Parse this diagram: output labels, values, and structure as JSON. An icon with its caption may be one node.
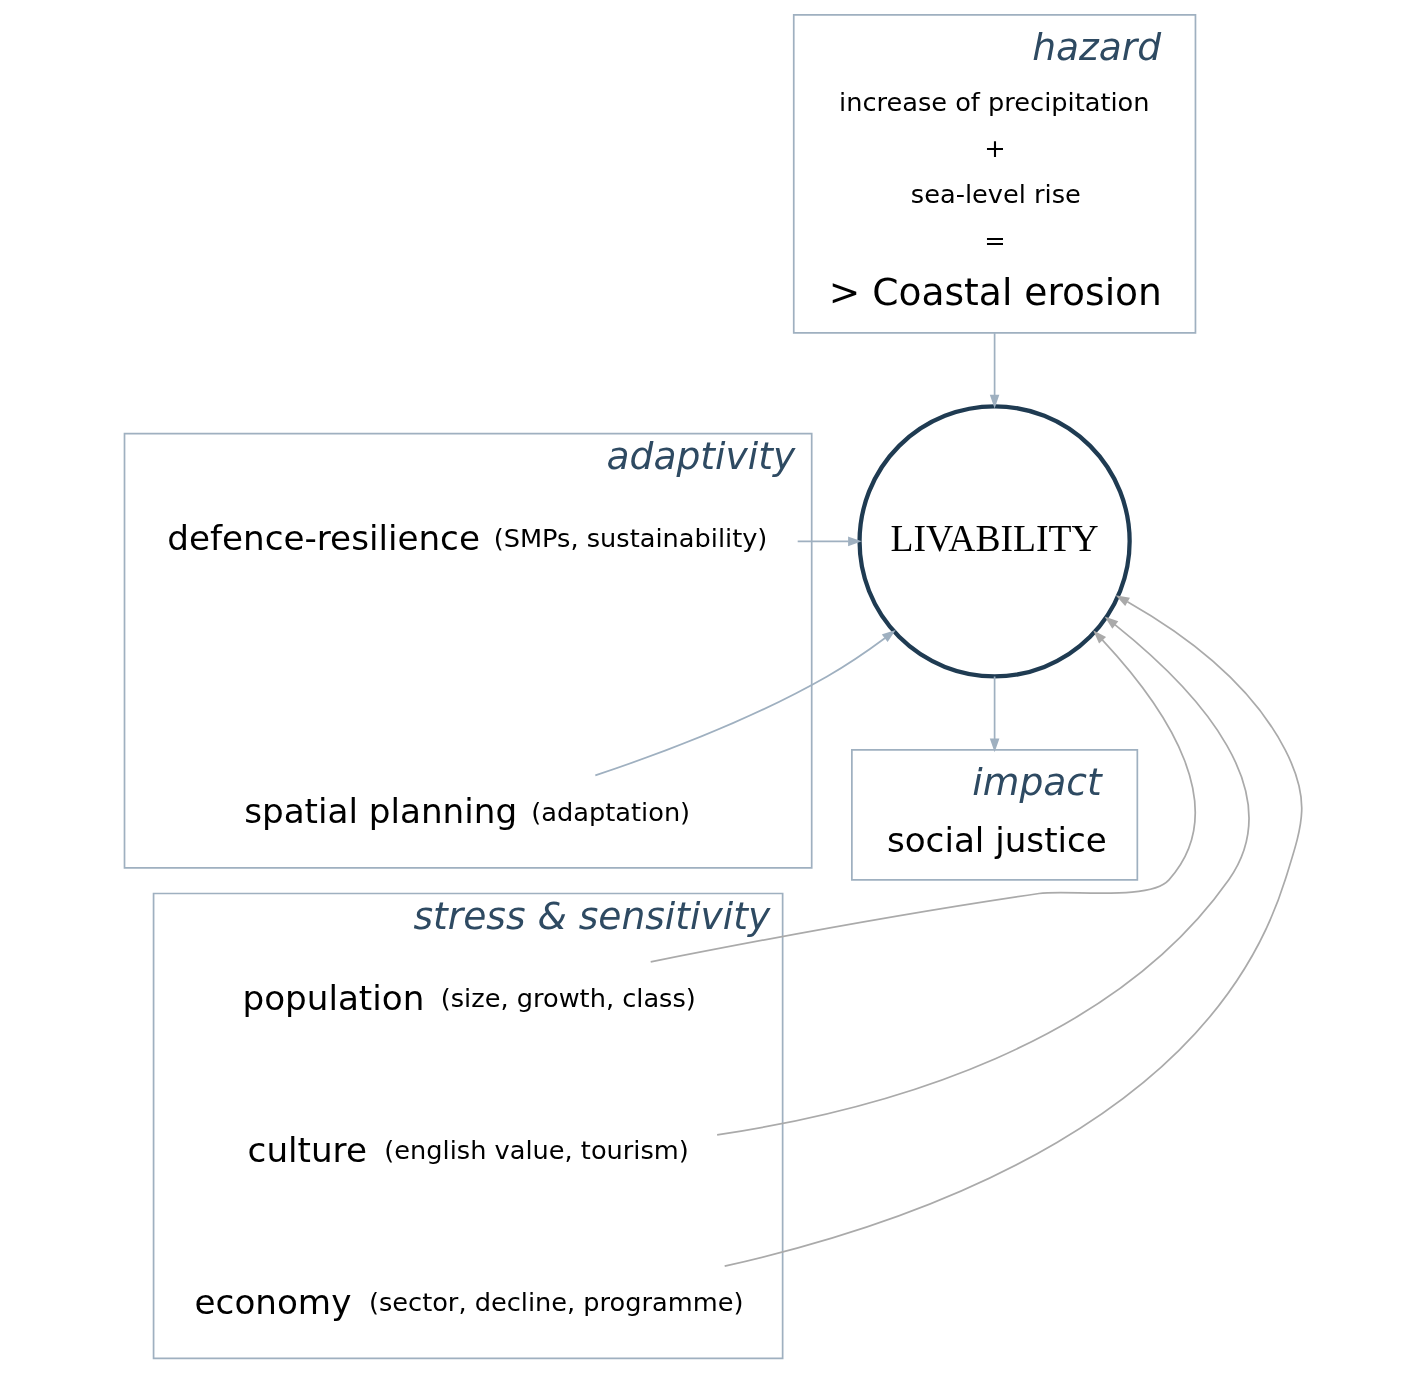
{
  "diagram": {
    "nodes": [
      {
        "text": [
          "hazard",
          "increase of precipitation",
          "+",
          "sea-level rise",
          "=",
          "> Coastal erosion"
        ]
      },
      {
        "text": [
          "LIVABILITY"
        ]
      },
      {
        "text": [
          "adaptivity"
        ]
      },
      {
        "text": [
          "defence-resilience"
        ],
        "in": 2,
        "beside": [
          "(SMPs, sustainability)"
        ]
      },
      {
        "text": [
          "spatial planning"
        ],
        "in": 2,
        "beside": [
          "(adaptation)"
        ]
      },
      {
        "text": [
          "stress & sensitivity"
        ]
      },
      {
        "text": [
          "population"
        ],
        "in": 5,
        "beside": [
          "(size, growth, class)"
        ]
      },
      {
        "text": [
          "culture"
        ],
        "in": 5,
        "beside": [
          "(english value, tourism)"
        ]
      },
      {
        "text": [
          "economy"
        ],
        "in": 5,
        "beside": [
          "(sector, decline, programme)"
        ]
      },
      {
        "text": [
          "impact",
          "social justice"
        ]
      }
    ],
    "edges": [
      {
        "from": 0,
        "to": 1,
        "arrow": "to"
      },
      {
        "from": 3,
        "to": 1,
        "arrow": "to"
      },
      {
        "from": 4,
        "to": 1,
        "arrow": "to"
      },
      {
        "from": 6,
        "to": 1,
        "arrow": "to",
        "color": "#aaaaaa"
      },
      {
        "from": 7,
        "to": 1,
        "arrow": "to",
        "color": "#aaaaaa"
      },
      {
        "from": 8,
        "to": 1,
        "arrow": "to",
        "color": "#aaaaaa"
      },
      {
        "from": 1,
        "to": 9,
        "arrow": "to"
      }
    ]
  }
}
